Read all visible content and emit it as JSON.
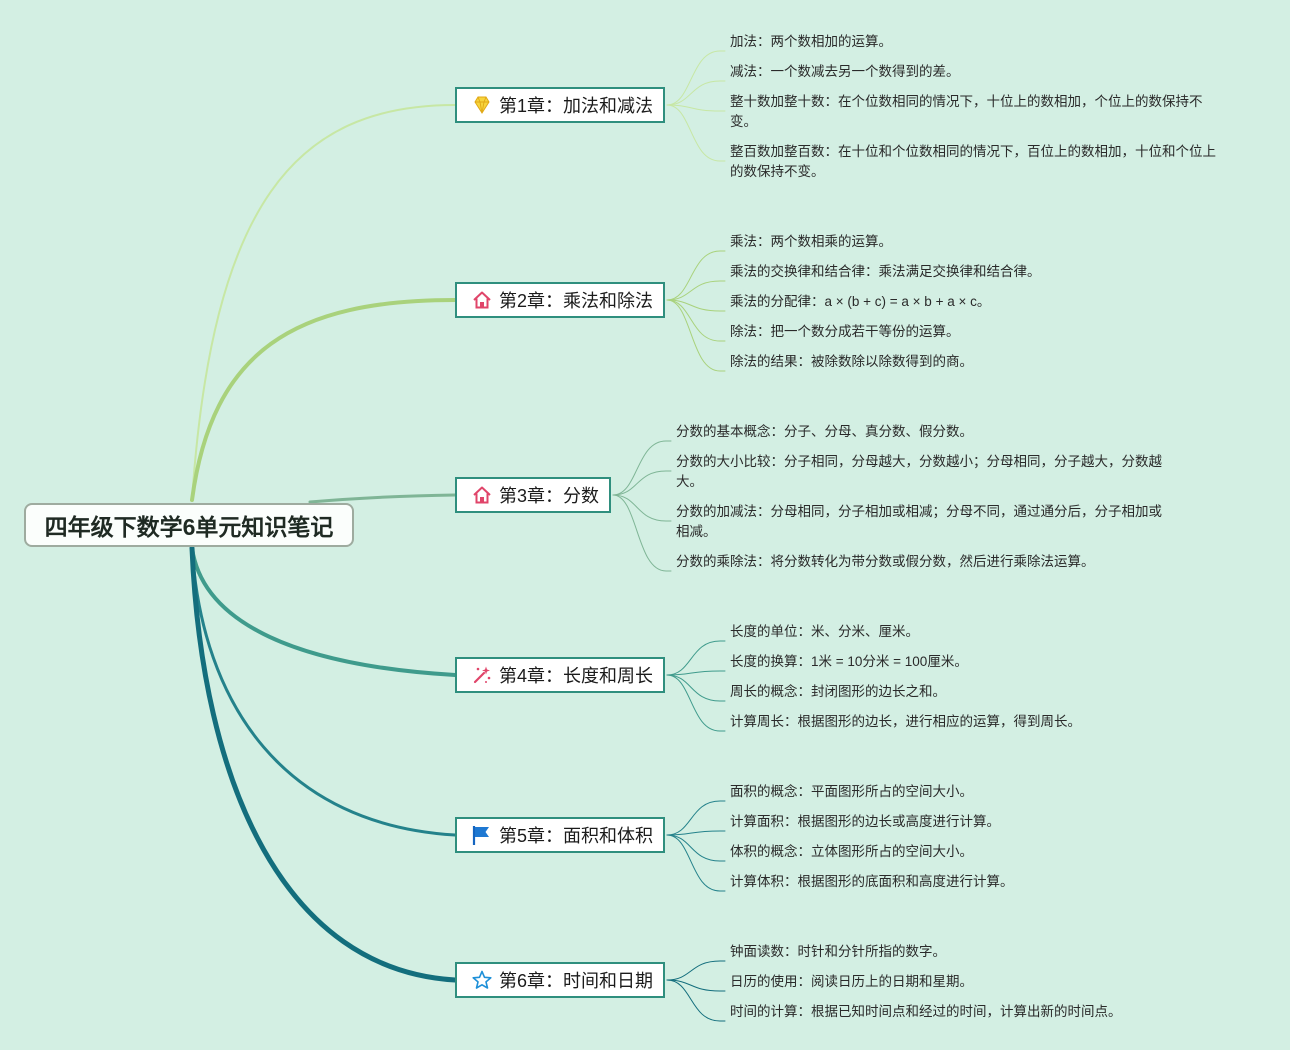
{
  "root": {
    "title": "四年级下数学6单元知识笔记"
  },
  "colors": {
    "background": "#d3efe3",
    "branches": [
      "#c7e7a4",
      "#a9d27c",
      "#7fb596",
      "#3f9b8c",
      "#24828b",
      "#136e7d"
    ]
  },
  "chapters": [
    {
      "title": "第1章：加法和减法",
      "icon": "diamond-icon",
      "items": [
        "加法：两个数相加的运算。",
        "减法：一个数减去另一个数得到的差。",
        "整十数加整十数：在个位数相同的情况下，十位上的数相加，个位上的数保持不变。",
        "整百数加整百数：在十位和个位数相同的情况下，百位上的数相加，十位和个位上的数保持不变。"
      ]
    },
    {
      "title": "第2章：乘法和除法",
      "icon": "home-icon",
      "items": [
        "乘法：两个数相乘的运算。",
        "乘法的交换律和结合律：乘法满足交换律和结合律。",
        "乘法的分配律：a × (b + c) = a × b + a × c。",
        "除法：把一个数分成若干等份的运算。",
        "除法的结果：被除数除以除数得到的商。"
      ]
    },
    {
      "title": "第3章：分数",
      "icon": "home-icon",
      "items": [
        "分数的基本概念：分子、分母、真分数、假分数。",
        "分数的大小比较：分子相同，分母越大，分数越小；分母相同，分子越大，分数越大。",
        "分数的加减法：分母相同，分子相加或相减；分母不同，通过通分后，分子相加或相减。",
        "分数的乘除法：将分数转化为带分数或假分数，然后进行乘除法运算。"
      ]
    },
    {
      "title": "第4章：长度和周长",
      "icon": "sparkle-wand-icon",
      "items": [
        "长度的单位：米、分米、厘米。",
        "长度的换算：1米 = 10分米 = 100厘米。",
        "周长的概念：封闭图形的边长之和。",
        "计算周长：根据图形的边长，进行相应的运算，得到周长。"
      ]
    },
    {
      "title": "第5章：面积和体积",
      "icon": "flag-icon",
      "items": [
        "面积的概念：平面图形所占的空间大小。",
        "计算面积：根据图形的边长或高度进行计算。",
        "体积的概念：立体图形所占的空间大小。",
        "计算体积：根据图形的底面积和高度进行计算。"
      ]
    },
    {
      "title": "第6章：时间和日期",
      "icon": "star-icon",
      "items": [
        "钟面读数：时针和分针所指的数字。",
        "日历的使用：阅读日历上的日期和星期。",
        "时间的计算：根据已知时间点和经过的时间，计算出新的时间点。"
      ]
    }
  ]
}
